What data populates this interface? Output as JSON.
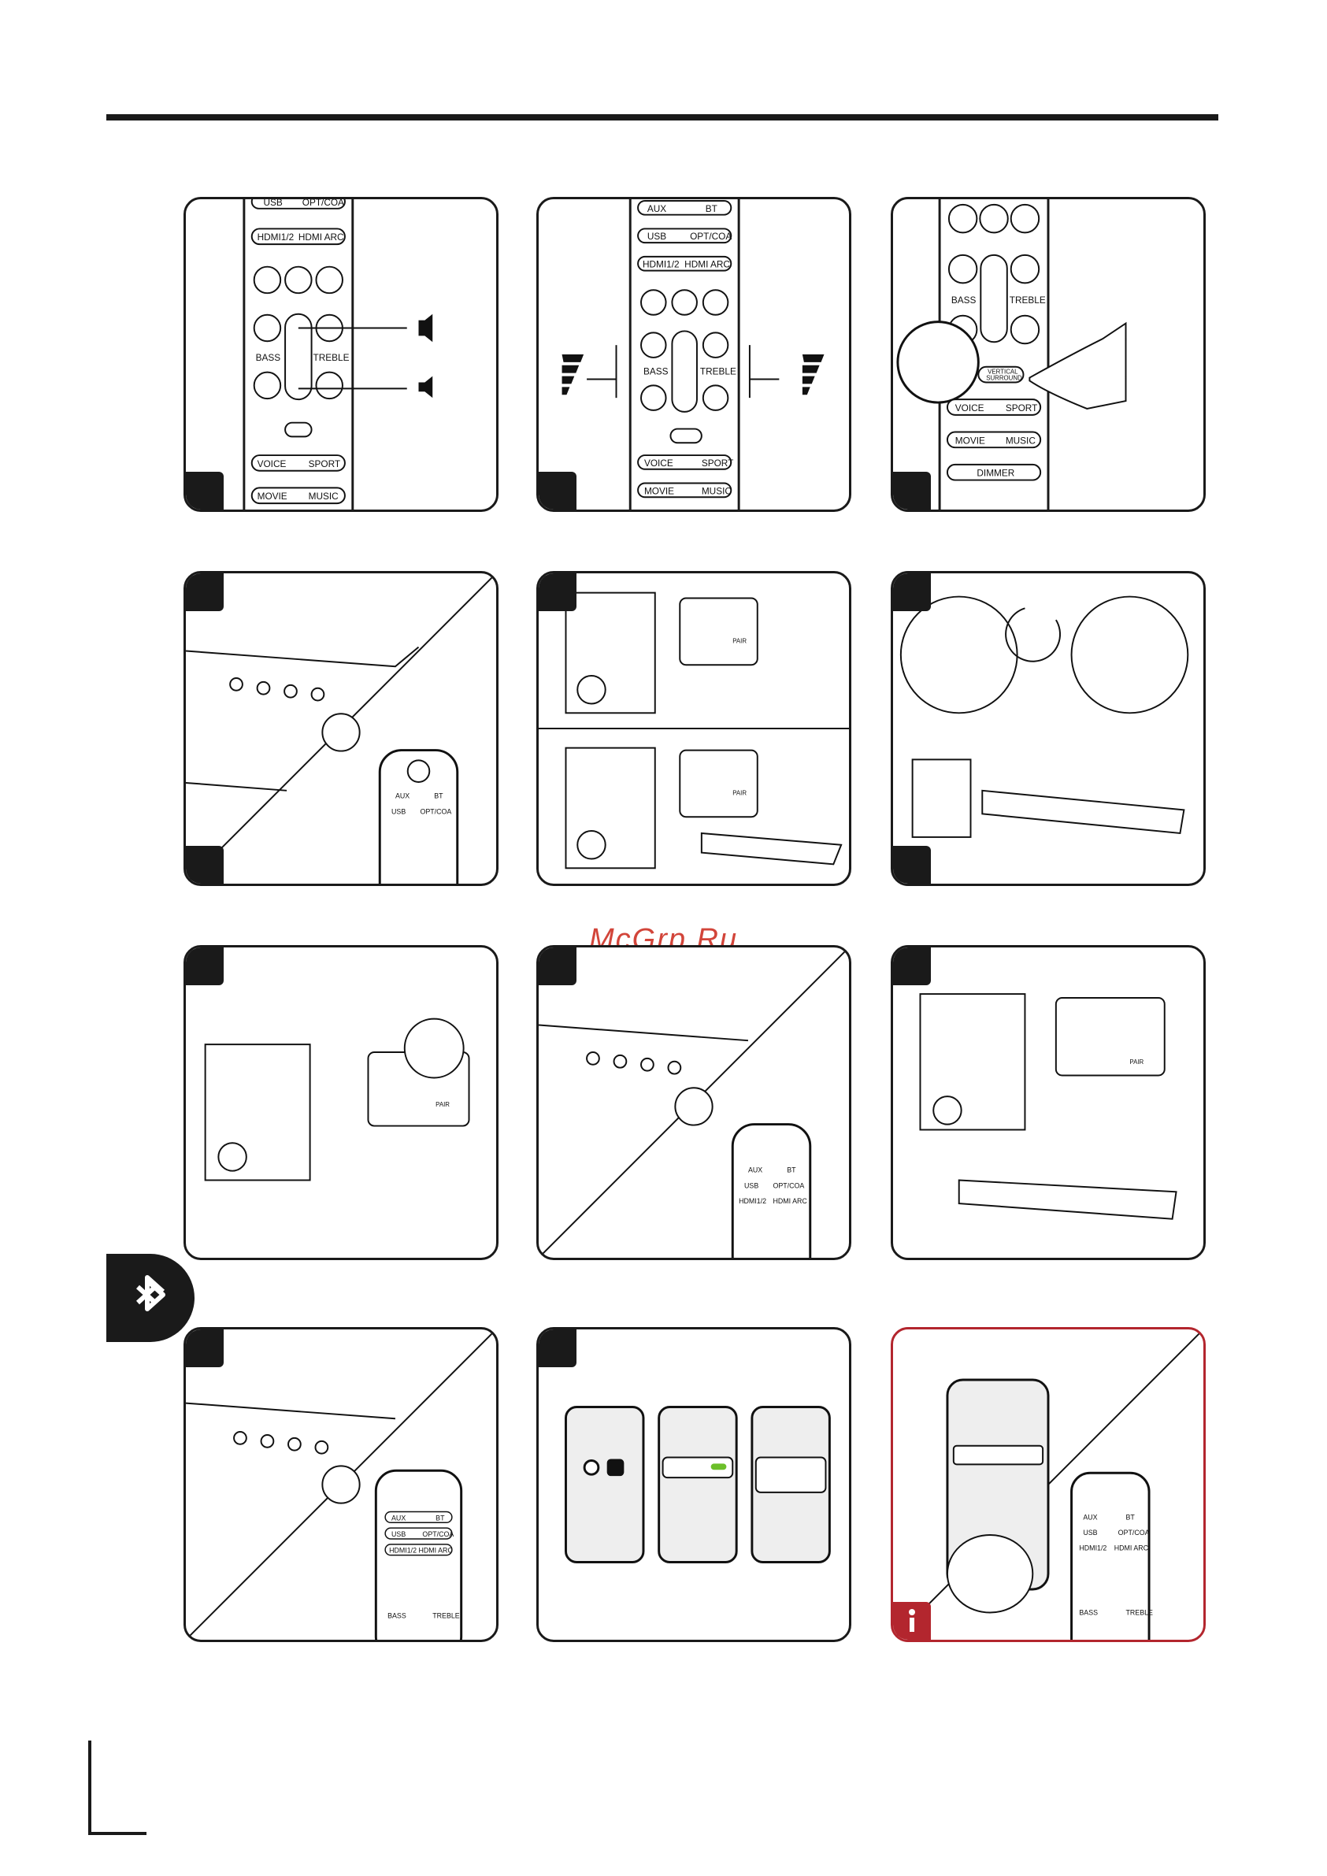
{
  "watermark": "McGrp.Ru",
  "remote": {
    "row_aux_bt": [
      "AUX",
      "BT"
    ],
    "row_usb": [
      "USB",
      "OPT/COA"
    ],
    "row_hdmi": [
      "HDMI1/2",
      "HDMI ARC"
    ],
    "bass": "BASS",
    "treble": "TREBLE",
    "vertical_surround": [
      "VERTICAL",
      "SURROUND"
    ],
    "row_voice": [
      "VOICE",
      "SPORT"
    ],
    "row_movie": [
      "MOVIE",
      "MUSIC"
    ],
    "dimmer": "DIMMER",
    "pair": "PAIR"
  },
  "icons": {
    "volume": "speaker-volume-icon",
    "surround": "surround-icon",
    "link": "link-icon",
    "bluetooth": "bluetooth-icon",
    "info": "info-icon",
    "settings": "gear-icon"
  },
  "colors": {
    "dark": "#1a1a1a",
    "info_red": "#b3262e",
    "watermark": "#d2453a",
    "green": "#6cbf2a"
  }
}
